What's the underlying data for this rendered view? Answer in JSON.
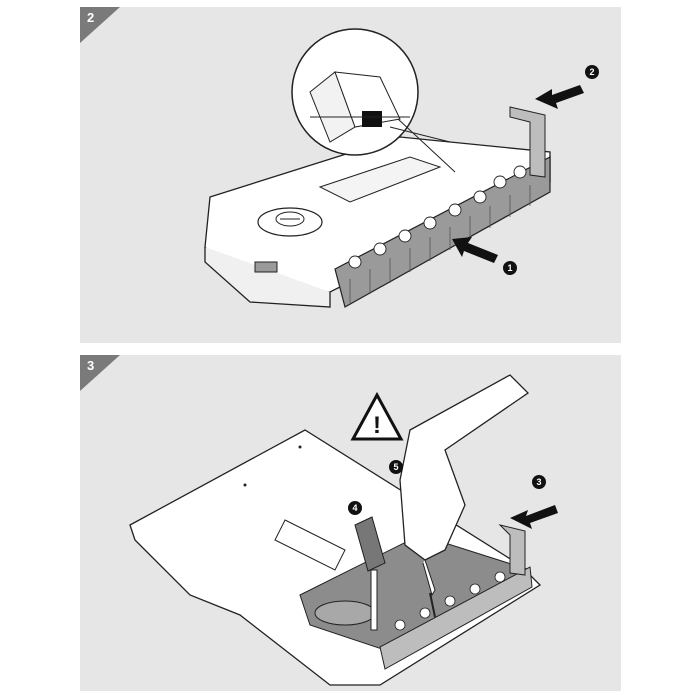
{
  "panels": [
    {
      "step": "2",
      "callouts": [
        "2",
        "1"
      ]
    },
    {
      "step": "3",
      "callouts": [
        "3",
        "4",
        "5"
      ]
    }
  ],
  "warning": {
    "symbol": "!"
  },
  "colors": {
    "panel_bg": "#e6e6e6",
    "tab": "#7a7a7a",
    "part_gray": "#9a9a9a",
    "line": "#222222"
  }
}
